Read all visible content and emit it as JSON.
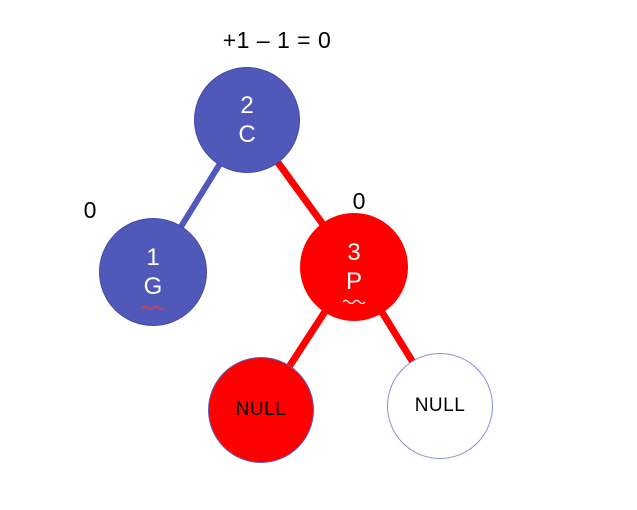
{
  "title": "+1 – 1 = 0",
  "annotations": {
    "left_balance": "0",
    "right_balance": "0"
  },
  "nodes": {
    "root": {
      "value": "2",
      "label": "C"
    },
    "left_child": {
      "value": "1",
      "label": "G"
    },
    "right_child": {
      "value": "3",
      "label": "P"
    },
    "null_left": {
      "label": "NULL"
    },
    "null_right": {
      "label": "NULL"
    }
  },
  "colors": {
    "blue_node": "#5058BA",
    "blue_node_border": "#4149A8",
    "red_node": "#FF0000",
    "blue_edge": "#5058BA",
    "red_edge": "#FF0000",
    "null_left_border": "#5A5FC0",
    "null_right_border": "#8690D8",
    "node_text": "#FFFFFF",
    "label_text": "#000000",
    "spellcheck_red": "#DD3C3C",
    "spellcheck_light": "#FFD9D9",
    "background": "#FFFFFF"
  }
}
